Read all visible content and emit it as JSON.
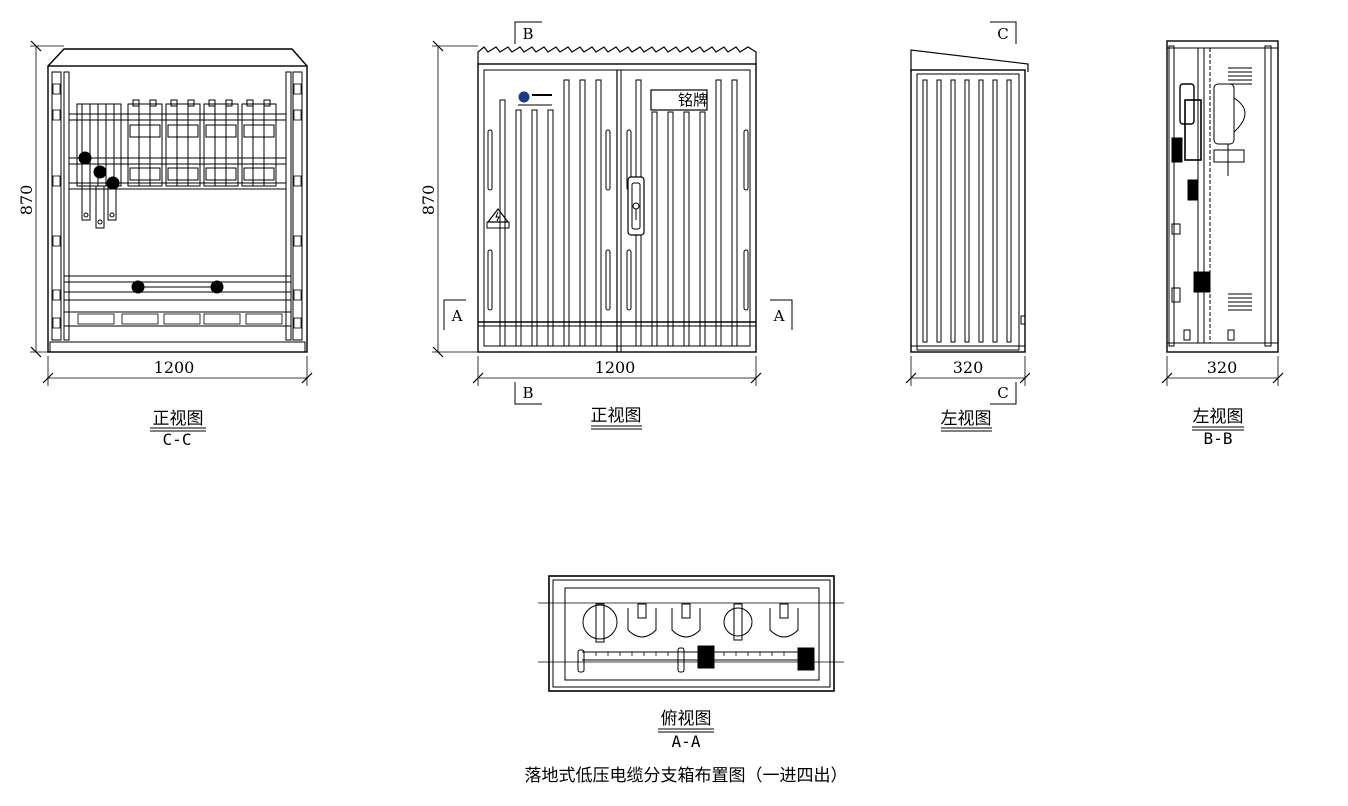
{
  "views": {
    "front_section": {
      "caption": "正视图",
      "section": "C-C",
      "height_dim": "870",
      "width_dim": "1200"
    },
    "front": {
      "caption": "正视图",
      "height_dim": "870",
      "width_dim": "1200",
      "nameplate": "铭牌",
      "marker_a": "A",
      "marker_b": "B"
    },
    "left": {
      "caption": "左视图",
      "width_dim": "320",
      "marker_c": "C"
    },
    "left_section": {
      "caption": "左视图",
      "section": "B-B",
      "width_dim": "320"
    },
    "top": {
      "caption": "俯视图",
      "section": "A-A"
    }
  },
  "drawing_title": "落地式低压电缆分支箱布置图（一进四出）"
}
